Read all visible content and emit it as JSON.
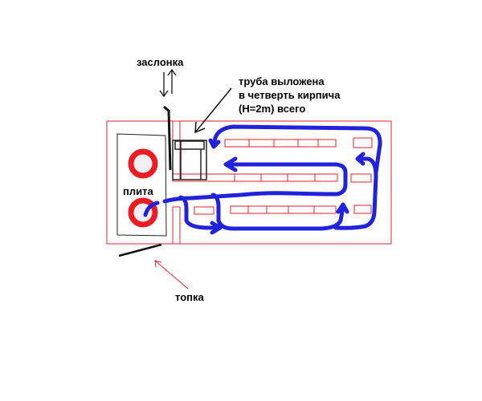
{
  "labels": {
    "damper": "заслонка",
    "pipe_line1": "труба выложена",
    "pipe_line2": "в четверть кирпича",
    "pipe_line3": "(H=2m) всего",
    "stove": "плита",
    "firebox": "топка"
  },
  "colors": {
    "wall": "#e8202a",
    "burner": "#ec1c24",
    "flow": "#2222dd",
    "ink": "#111111"
  }
}
